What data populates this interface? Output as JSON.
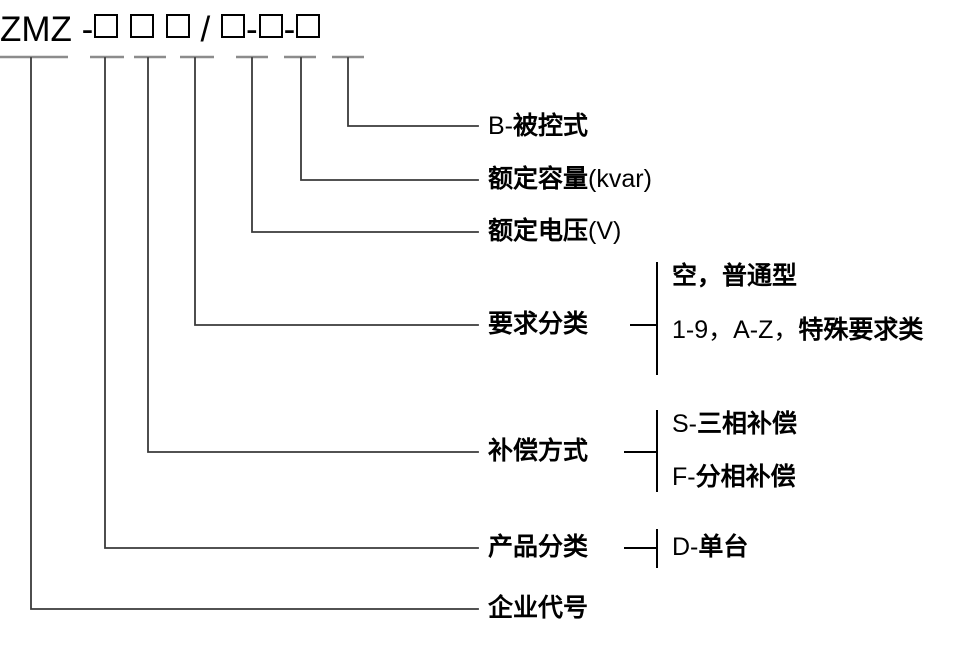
{
  "diagram": {
    "title_code": {
      "prefix": "ZMZ -",
      "separator_slash": "/",
      "separator_dash": "-",
      "box_glyph": "□",
      "full_text": "ZMZ -□ □ □ / □-□-□"
    },
    "line_color": "#000000",
    "underline_color": "#808080",
    "entries": [
      {
        "id": "controlled-type",
        "label_bold": "B-",
        "label_rest": "被控式",
        "label_full": "B-被控式",
        "bold_part": "被控式",
        "regular_part": "B-"
      },
      {
        "id": "rated-capacity",
        "bold_part": "额定容量",
        "regular_part": "(kvar)",
        "label_full": "额定容量(kvar)"
      },
      {
        "id": "rated-voltage",
        "bold_part": "额定电压",
        "regular_part": "(V)",
        "label_full": "额定电压(V)"
      },
      {
        "id": "requirement-class",
        "bold_part": "要求分类",
        "regular_part": "",
        "label_full": "要求分类"
      },
      {
        "id": "compensation-method",
        "bold_part": "补偿方式",
        "regular_part": "",
        "label_full": "补偿方式"
      },
      {
        "id": "product-class",
        "bold_part": "产品分类",
        "regular_part": "",
        "label_full": "产品分类"
      },
      {
        "id": "enterprise-code",
        "bold_part": "企业代号",
        "regular_part": "",
        "label_full": "企业代号"
      }
    ],
    "requirement_options": [
      {
        "id": "requirement-option-normal",
        "regular_part": "",
        "bold_part": "空，普通型",
        "label_full": "空，普通型"
      },
      {
        "id": "requirement-option-special",
        "regular_part": "1-9，A-Z，",
        "bold_part": "特殊要求类",
        "label_full": "1-9，A-Z，特殊要求类"
      }
    ],
    "compensation_options": [
      {
        "id": "compensation-option-three-phase",
        "regular_part": "S-",
        "bold_part": "三相补偿",
        "label_full": "S-三相补偿"
      },
      {
        "id": "compensation-option-split-phase",
        "regular_part": "F-",
        "bold_part": "分相补偿",
        "label_full": "F-分相补偿"
      }
    ],
    "product_options": [
      {
        "id": "product-option-single-unit",
        "regular_part": "D-",
        "bold_part": "单台",
        "label_full": "D-单台"
      }
    ]
  }
}
